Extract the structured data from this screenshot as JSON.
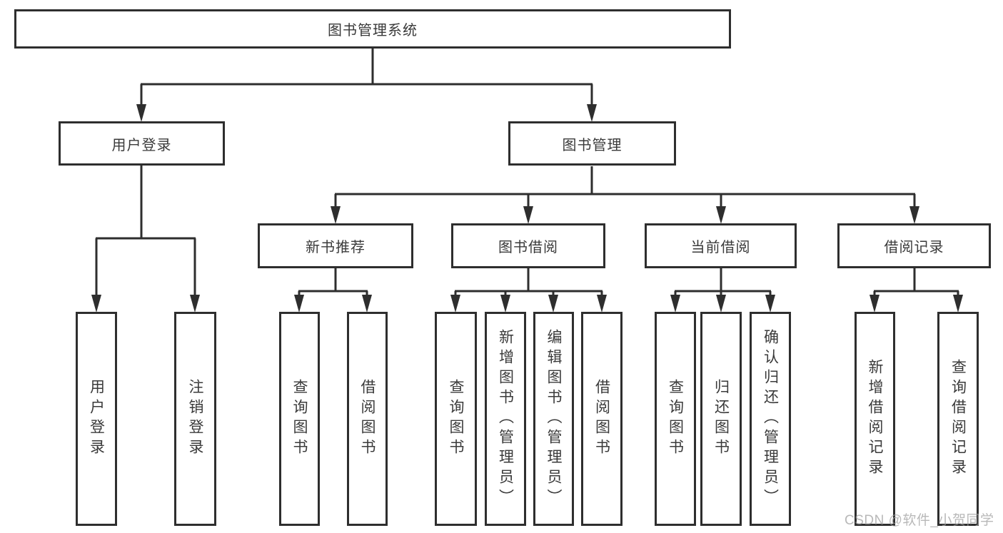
{
  "diagram": {
    "type": "hierarchy-tree",
    "root": {
      "label": "图书管理系统"
    },
    "level2": [
      {
        "id": "user-login",
        "label": "用户登录"
      },
      {
        "id": "book-management",
        "label": "图书管理"
      }
    ],
    "level3": [
      {
        "id": "new-book-recommend",
        "label": "新书推荐",
        "parent": "图书管理"
      },
      {
        "id": "book-borrow",
        "label": "图书借阅",
        "parent": "图书管理"
      },
      {
        "id": "current-borrow",
        "label": "当前借阅",
        "parent": "图书管理"
      },
      {
        "id": "borrow-records",
        "label": "借阅记录",
        "parent": "图书管理"
      }
    ],
    "leaves": [
      {
        "id": "user-login-leaf",
        "label": "用户登录",
        "parent": "用户登录"
      },
      {
        "id": "logout-leaf",
        "label": "注销登录",
        "parent": "用户登录"
      },
      {
        "id": "search-books-recommend",
        "label": "查询图书",
        "parent": "新书推荐"
      },
      {
        "id": "borrow-books-recommend",
        "label": "借阅图书",
        "parent": "新书推荐"
      },
      {
        "id": "search-books-borrow",
        "label": "查询图书",
        "parent": "图书借阅"
      },
      {
        "id": "add-books-admin",
        "label": "新增图书（管理员）",
        "parent": "图书借阅"
      },
      {
        "id": "edit-books-admin",
        "label": "编辑图书（管理员）",
        "parent": "图书借阅"
      },
      {
        "id": "borrow-books",
        "label": "借阅图书",
        "parent": "图书借阅"
      },
      {
        "id": "search-books-current",
        "label": "查询图书",
        "parent": "当前借阅"
      },
      {
        "id": "return-books",
        "label": "归还图书",
        "parent": "当前借阅"
      },
      {
        "id": "confirm-return-admin",
        "label": "确认归还（管理员）",
        "parent": "当前借阅"
      },
      {
        "id": "add-borrow-record",
        "label": "新增借阅记录",
        "parent": "借阅记录"
      },
      {
        "id": "search-borrow-record",
        "label": "查询借阅记录",
        "parent": "借阅记录"
      }
    ],
    "colors": {
      "line": "#2e2e2e",
      "border": "#2e2e2e",
      "text": "#3a3a3a",
      "box_background": "#ffffff",
      "page_background": "#ffffff",
      "watermark": "#9e9e9e"
    }
  },
  "watermark": {
    "text": "CSDN @软件_小贺同学"
  }
}
